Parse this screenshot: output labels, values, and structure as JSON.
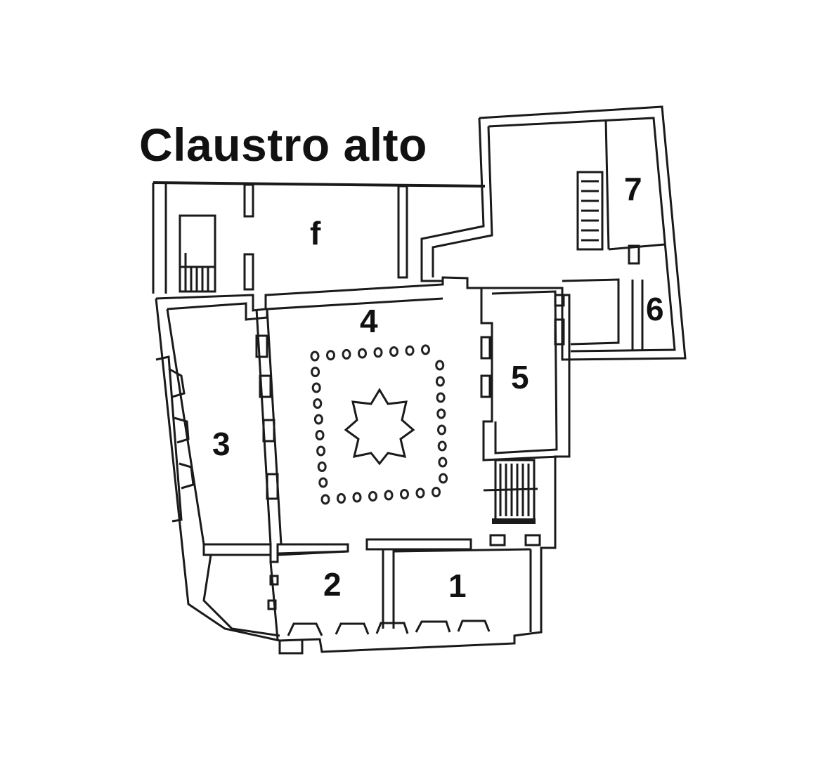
{
  "title": "Claustro alto",
  "rooms": {
    "f": "f",
    "r1": "1",
    "r2": "2",
    "r3": "3",
    "r4": "4",
    "r5": "5",
    "r6": "6",
    "r7": "7"
  },
  "colors": {
    "line": "#1a1a1a",
    "background": "#ffffff"
  }
}
